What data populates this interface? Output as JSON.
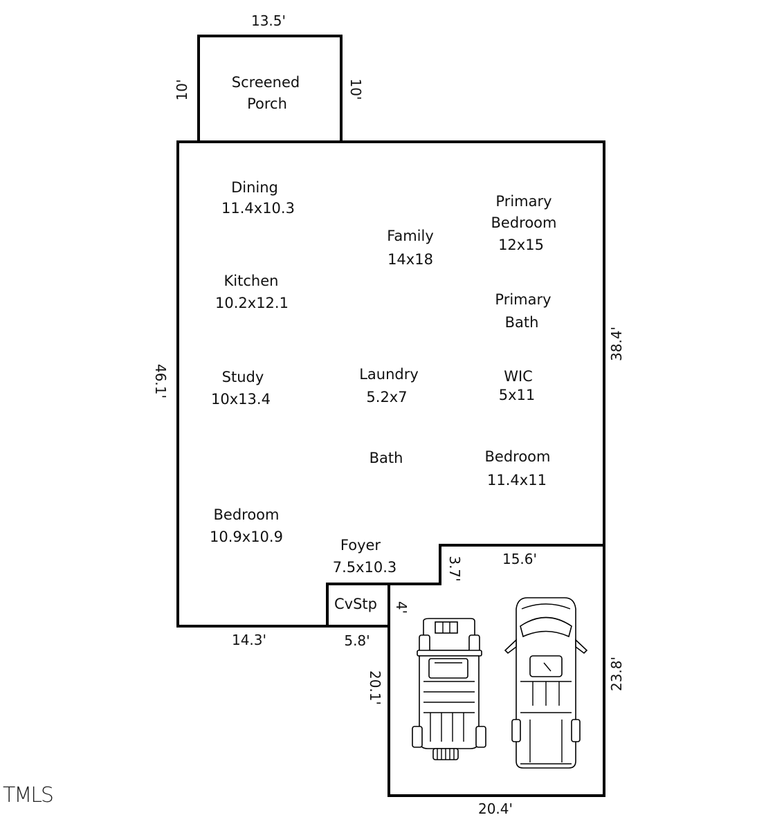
{
  "rooms": {
    "screened_porch": {
      "line1": "Screened",
      "line2": "Porch"
    },
    "dining": {
      "name": "Dining",
      "size": "11.4x10.3"
    },
    "family": {
      "name": "Family",
      "size": "14x18"
    },
    "primary_bedroom": {
      "line1": "Primary",
      "line2": "Bedroom",
      "size": "12x15"
    },
    "kitchen": {
      "name": "Kitchen",
      "size": "10.2x12.1"
    },
    "primary_bath": {
      "line1": "Primary",
      "line2": "Bath"
    },
    "study": {
      "name": "Study",
      "size": "10x13.4"
    },
    "laundry": {
      "name": "Laundry",
      "size": "5.2x7"
    },
    "wic": {
      "name": "WIC",
      "size": "5x11"
    },
    "bath": {
      "name": "Bath"
    },
    "bedroom_right": {
      "name": "Bedroom",
      "size": "11.4x11"
    },
    "bedroom_left": {
      "name": "Bedroom",
      "size": "10.9x10.9"
    },
    "foyer": {
      "name": "Foyer",
      "size": "7.5x10.3"
    },
    "cvstp": {
      "name": "CvStp"
    }
  },
  "dimensions": {
    "porch_width": "13.5'",
    "porch_left": "10'",
    "porch_right": "10'",
    "house_left": "46.1'",
    "house_right": "38.4'",
    "house_bottom": "14.3'",
    "cvstp_bottom": "5.8'",
    "cvstp_right": "4'",
    "step_height": "3.7'",
    "garage_top": "15.6'",
    "garage_left": "20.1'",
    "garage_right": "23.8'",
    "garage_bottom": "20.4'"
  },
  "logo": "TMLS"
}
